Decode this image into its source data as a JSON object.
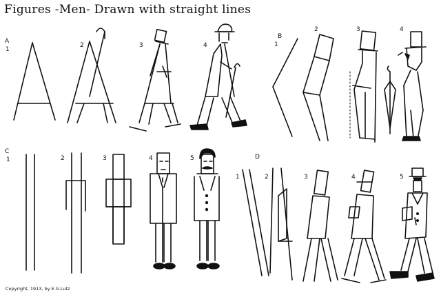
{
  "title": "Figures -Men- Drawn with straight lines",
  "copyright": "Copyright, 1913, by E.G.Lutz",
  "sections": {
    "A": {
      "letter": "A",
      "steps": [
        "1",
        "2",
        "3",
        "4"
      ]
    },
    "B": {
      "letter": "B",
      "steps": [
        "1",
        "2",
        "3",
        "4"
      ]
    },
    "C": {
      "letter": "C",
      "steps": [
        "1",
        "2",
        "3",
        "4",
        "5"
      ]
    },
    "D": {
      "letter": "D",
      "steps": [
        "1",
        "2",
        "3",
        "4",
        "5"
      ]
    }
  }
}
